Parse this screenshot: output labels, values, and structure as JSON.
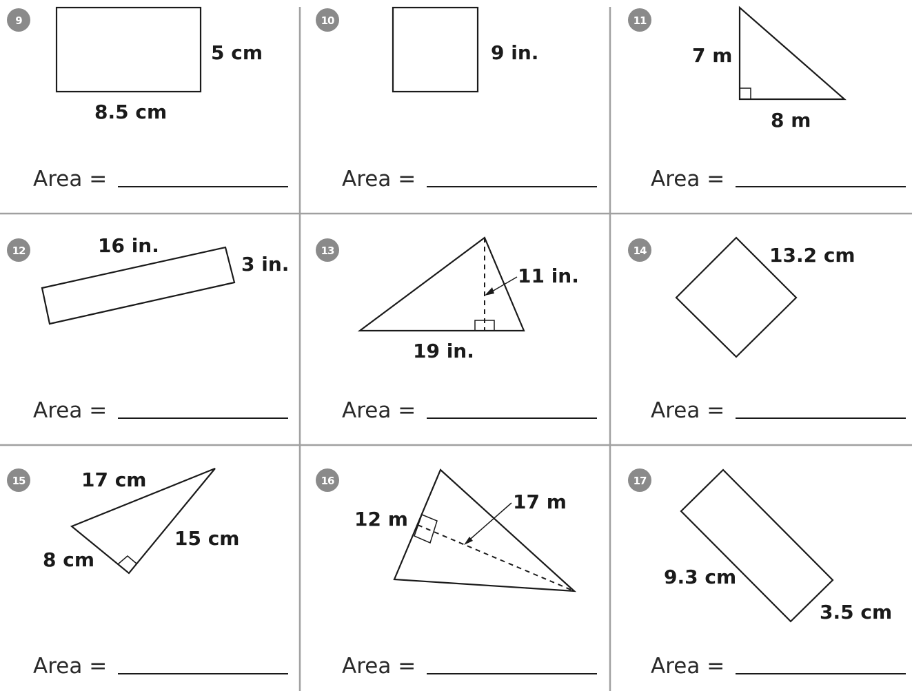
{
  "problems": [
    {
      "number": "9",
      "labels": [
        "5 cm",
        "8.5 cm"
      ],
      "area_label": "Area ="
    },
    {
      "number": "10",
      "labels": [
        "9 in."
      ],
      "area_label": "Area ="
    },
    {
      "number": "11",
      "labels": [
        "7 m",
        "8 m"
      ],
      "area_label": "Area ="
    },
    {
      "number": "12",
      "labels": [
        "16 in.",
        "3 in."
      ],
      "area_label": "Area ="
    },
    {
      "number": "13",
      "labels": [
        "11 in.",
        "19 in."
      ],
      "area_label": "Area ="
    },
    {
      "number": "14",
      "labels": [
        "13.2 cm"
      ],
      "area_label": "Area ="
    },
    {
      "number": "15",
      "labels": [
        "17 cm",
        "15 cm",
        "8 cm"
      ],
      "area_label": "Area ="
    },
    {
      "number": "16",
      "labels": [
        "17 m",
        "12 m"
      ],
      "area_label": "Area ="
    },
    {
      "number": "17",
      "labels": [
        "9.3 cm",
        "3.5 cm"
      ],
      "area_label": "Area ="
    }
  ],
  "colors": {
    "ink": "#1a1a1a",
    "badge": "#8a8a8a",
    "divider": "#a0a0a0"
  }
}
